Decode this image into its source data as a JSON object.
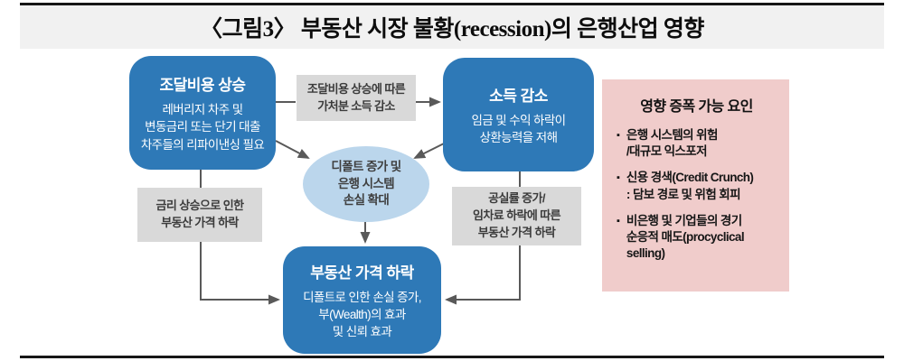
{
  "title": "〈그림3〉 부동산 시장 불황(recession)의 은행산업 영향",
  "colors": {
    "blue": "#2E79B7",
    "light_blue": "#BBD6EC",
    "gray": "#D9D9D9",
    "pink": "#F0CCCB",
    "title_band": "#F1F1F1",
    "arrow": "#595959"
  },
  "nodes": {
    "funding_cost": {
      "title": "조달비용 상승",
      "body": "레버리지 차주 및\n변동금리 또는 단기 대출\n차주들의 리파이낸싱 필요"
    },
    "disposable_income": {
      "text": "조달비용 상승에 따른\n가처분 소득 감소"
    },
    "income_drop": {
      "title": "소득 감소",
      "body": "임금 및 수익 하락이\n상환능력을 저해"
    },
    "default_increase": {
      "text": "디폴트 증가 및\n은행 시스템\n손실 확대"
    },
    "rate_rise": {
      "text": "금리 상승으로 인한\n부동산 가격 하락"
    },
    "vacancy": {
      "text": "공실률 증가/\n임차료 하락에 따른\n부동산 가격 하락"
    },
    "price_fall": {
      "title": "부동산 가격 하락",
      "body": "디폴트로 인한 손실 증가,\n부(Wealth)의 효과\n및 신뢰 효과"
    }
  },
  "amplifiers": {
    "title": "영향 증폭 가능 요인",
    "items": [
      "은행 시스템의 위험\n/대규모 익스포저",
      "신용 경색(Credit Crunch)\n: 담보 경로 및 위험 회피",
      "비은행 및 기업들의 경기\n순응적 매도(procyclical\nselling)"
    ]
  }
}
